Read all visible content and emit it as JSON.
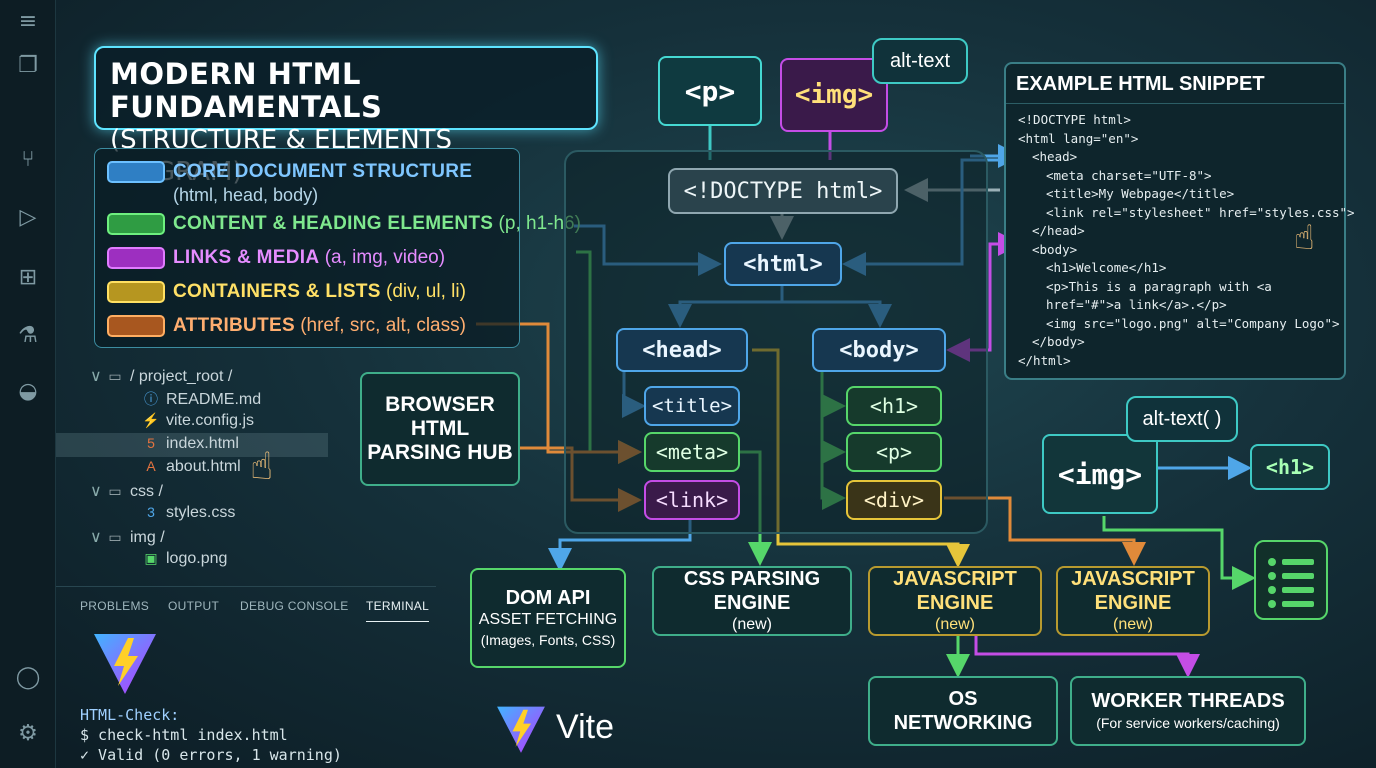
{
  "title": {
    "line1": "MODERN HTML FUNDAMENTALS",
    "line2": "(STRUCTURE & ELEMENTS DIAGRAM)"
  },
  "legend": [
    {
      "label": "CORE DOCUMENT STRUCTURE",
      "detail": "",
      "sub": "(html, head, body)",
      "color": "#4fa6e8"
    },
    {
      "label": "CONTENT & HEADING ELEMENTS",
      "detail": "(p, h1-h6)",
      "color": "#56d66a"
    },
    {
      "label": "LINKS & MEDIA",
      "detail": "(a, img, video)",
      "color": "#c44de6"
    },
    {
      "label": "CONTAINERS & LISTS",
      "detail": "(div, ul, li)",
      "color": "#e6c53a"
    },
    {
      "label": "ATTRIBUTES",
      "detail": "(href, src, alt, class)",
      "color": "#e08a3a"
    }
  ],
  "file_tree": [
    {
      "name": "/ project_root /",
      "icon": "folder-icon",
      "glyph": "▭",
      "chevron": "∨",
      "indent": 0
    },
    {
      "name": "README.md",
      "icon": "info-icon",
      "glyph": "ⓘ",
      "chevron": "",
      "indent": 1
    },
    {
      "name": "vite.config.js",
      "icon": "bolt-icon",
      "glyph": "⚡",
      "chevron": "",
      "indent": 1
    },
    {
      "name": "index.html",
      "icon": "html5-icon",
      "glyph": "5",
      "chevron": "",
      "indent": 1
    },
    {
      "name": "about.html",
      "icon": "html5-icon",
      "glyph": "A",
      "chevron": "",
      "indent": 1
    },
    {
      "name": "css /",
      "icon": "folder-icon",
      "glyph": "▭",
      "chevron": "∨",
      "indent": 0
    },
    {
      "name": "styles.css",
      "icon": "css3-icon",
      "glyph": "3",
      "chevron": "",
      "indent": 1
    },
    {
      "name": "img /",
      "icon": "folder-icon",
      "glyph": "▭",
      "chevron": "∨",
      "indent": 0
    },
    {
      "name": "logo.png",
      "icon": "image-icon",
      "glyph": "▣",
      "chevron": "",
      "indent": 1
    }
  ],
  "panel": {
    "tabs": [
      "PROBLEMS",
      "OUTPUT",
      "DEBUG CONSOLE",
      "TERMINAL"
    ],
    "active_tab": "TERMINAL",
    "terminal_lines": [
      "HTML-Check:",
      "$ check-html index.html",
      "✓ Valid (0 errors, 1 warning)"
    ]
  },
  "tags": {
    "p_top": "<p>",
    "img_top": "<img>",
    "alt_text_top": "alt-text",
    "doctype": "<!DOCTYPE html>",
    "html": "<html>",
    "head": "<head>",
    "body": "<body>",
    "title": "<title>",
    "meta": "<meta>",
    "link": "<link>",
    "h1": "<h1>",
    "p": "<p>",
    "div": "<div>",
    "img_right": "<img>",
    "alt_text_right": "alt-text( )",
    "h1_right": "<h1>"
  },
  "hubs": {
    "browser": "BROWSER HTML PARSING HUB",
    "dom_api": {
      "title": "DOM API",
      "sub1": "ASSET FETCHING",
      "sub2": "(Images, Fonts, CSS)"
    },
    "css_engine": {
      "title": "CSS PARSING ENGINE",
      "sub": "(new)"
    },
    "js_engine_1": {
      "title": "JAVASCRIPT ENGINE",
      "sub": "(new)"
    },
    "js_engine_2": {
      "title": "JAVASCRIPT ENGINE",
      "sub": "(new)"
    },
    "os": {
      "title": "OS NETWORKING"
    },
    "worker": {
      "title": "WORKER THREADS",
      "sub": "(For service workers/caching)"
    }
  },
  "snippet": {
    "title": "EXAMPLE HTML SNIPPET",
    "lines": [
      {
        "text": "<!DOCTYPE html>",
        "indent": 0
      },
      {
        "text": "<html lang=\"en\">",
        "indent": 0
      },
      {
        "text": "<head>",
        "indent": 1
      },
      {
        "text": "<meta charset=\"UTF-8\">",
        "indent": 2
      },
      {
        "text": "<title>My Webpage</title>",
        "indent": 2
      },
      {
        "text": "<link rel=\"stylesheet\" href=\"styles.css\">",
        "indent": 2
      },
      {
        "text": "</head>",
        "indent": 1
      },
      {
        "text": "<body>",
        "indent": 1
      },
      {
        "text": "<h1>Welcome</h1>",
        "indent": 2
      },
      {
        "text": "<p>This is a paragraph with <a",
        "indent": 2
      },
      {
        "text": "href=\"#\">a link</a>.</p>",
        "indent": 2
      },
      {
        "text": "<img src=\"logo.png\" alt=\"Company Logo\">",
        "indent": 2
      },
      {
        "text": "</body>",
        "indent": 1
      },
      {
        "text": "</html>",
        "indent": 0
      }
    ]
  },
  "vite_label": "Vite",
  "colors": {
    "core": "#4fa6e8",
    "content": "#56d66a",
    "links": "#c44de6",
    "containers": "#e6c53a",
    "attributes": "#e08a3a",
    "accent": "#5ee4ff"
  }
}
